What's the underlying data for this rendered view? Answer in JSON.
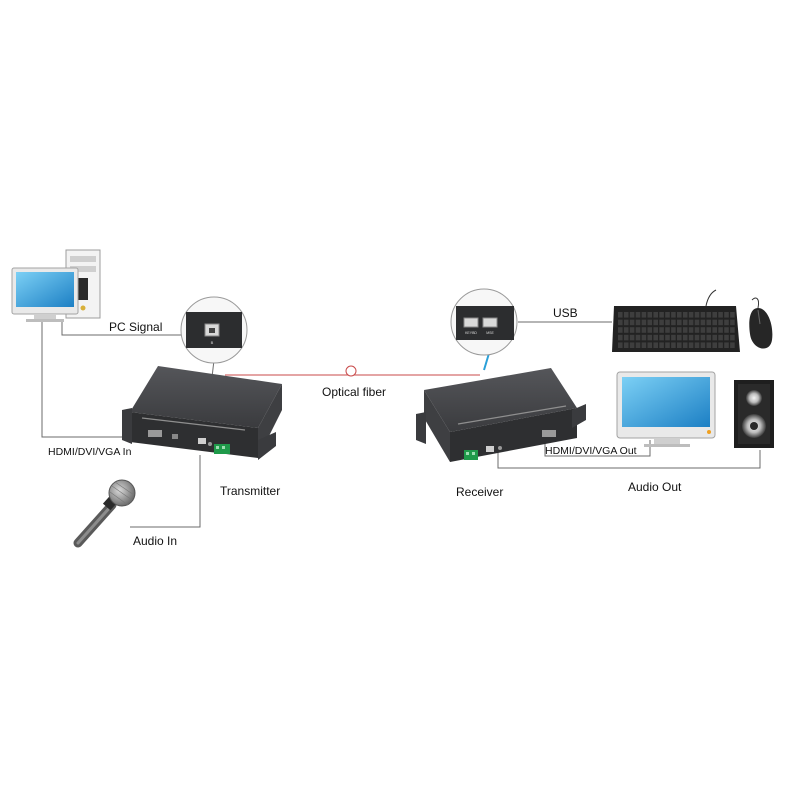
{
  "labels": {
    "pc_signal": "PC Signal",
    "hdmi_in": "HDMI/DVI/VGA In",
    "transmitter": "Transmitter",
    "audio_in": "Audio In",
    "optical_fiber": "Optical fiber",
    "usb": "USB",
    "receiver": "Receiver",
    "hdmi_out": "HDMI/DVI/VGA Out",
    "audio_out": "Audio Out"
  },
  "port_labels": {
    "usb_b_port": "B",
    "usb_a_port_1": "KEYBD",
    "usb_a_port_2": "MSE"
  },
  "colors": {
    "device_body": "#3a3b3d",
    "device_top": "#4b4c4e",
    "fiber_line": "#c94a4a",
    "connector_line": "#6b6b6b",
    "usb_arrow": "#2aa0d8",
    "terminal_green": "#1f9a4a",
    "monitor_screen": "#3aa6e0"
  },
  "icons": [
    "pc-tower-icon",
    "monitor-icon",
    "microphone-icon",
    "keyboard-icon",
    "mouse-icon",
    "speaker-icon"
  ]
}
